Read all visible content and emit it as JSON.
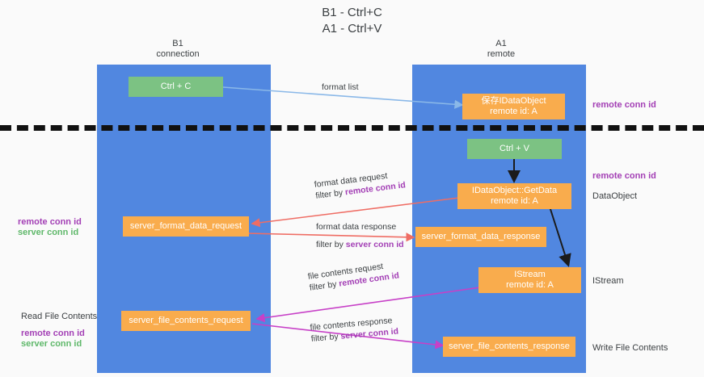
{
  "title": {
    "line1": "B1 - Ctrl+C",
    "line2": "A1 - Ctrl+V"
  },
  "columns": [
    {
      "name": "B1",
      "role": "connection"
    },
    {
      "name": "A1",
      "role": "remote"
    }
  ],
  "colors": {
    "lane": "#5187e0",
    "green_node": "#7cc283",
    "orange_node": "#f9ac4d",
    "purple_text": "#a33fb5",
    "green_text": "#5fb86a",
    "red_arrow": "#ef6d64",
    "magenta_arrow": "#c740c7",
    "blue_arrow": "#8ab8e8",
    "black_arrow": "#1b1b1b",
    "background": "#fafafa"
  },
  "nodes": {
    "ctrl_c": {
      "line1": "Ctrl + C",
      "line2": ""
    },
    "save_idataobject": {
      "line1": "保存IDataObject",
      "line2": "remote id: A"
    },
    "ctrl_v": {
      "line1": "Ctrl + V",
      "line2": ""
    },
    "getdata": {
      "line1": "IDataObject::GetData",
      "line2": "remote id: A"
    },
    "server_format_data_request": {
      "line1": "server_format_data_request",
      "line2": ""
    },
    "server_format_data_response": {
      "line1": "server_format_data_response",
      "line2": ""
    },
    "istream": {
      "line1": "IStream",
      "line2": "remote id: A"
    },
    "server_file_contents_request": {
      "line1": "server_file_contents_request",
      "line2": ""
    },
    "server_file_contents_response": {
      "line1": "server_file_contents_response",
      "line2": ""
    }
  },
  "edge_labels": {
    "format_list": "format list",
    "format_data_request": "format data request",
    "format_data_request_filter_prefix": "filter by ",
    "format_data_request_filter_key": "remote conn id",
    "format_data_response": "format data response",
    "format_data_response_filter_prefix": "filter by ",
    "format_data_response_filter_key": "server conn id",
    "file_contents_request": "file contents request",
    "file_contents_request_filter_prefix": "filter by ",
    "file_contents_request_filter_key": "remote conn id",
    "file_contents_response": "file contents response",
    "file_contents_response_filter_prefix": "filter by ",
    "file_contents_response_filter_key": "server conn id"
  },
  "side_labels": {
    "right_top_remote_conn_id": "remote conn id",
    "right_mid_remote_conn_id": "remote conn id",
    "right_dataobject": "DataObject",
    "right_istream": "IStream",
    "right_write_file_contents": "Write File Contents",
    "left_mid_remote_conn_id": "remote conn id",
    "left_mid_server_conn_id": "server conn id",
    "left_read_file_contents": "Read File Contents",
    "left_bot_remote_conn_id": "remote conn id",
    "left_bot_server_conn_id": "server conn id"
  }
}
